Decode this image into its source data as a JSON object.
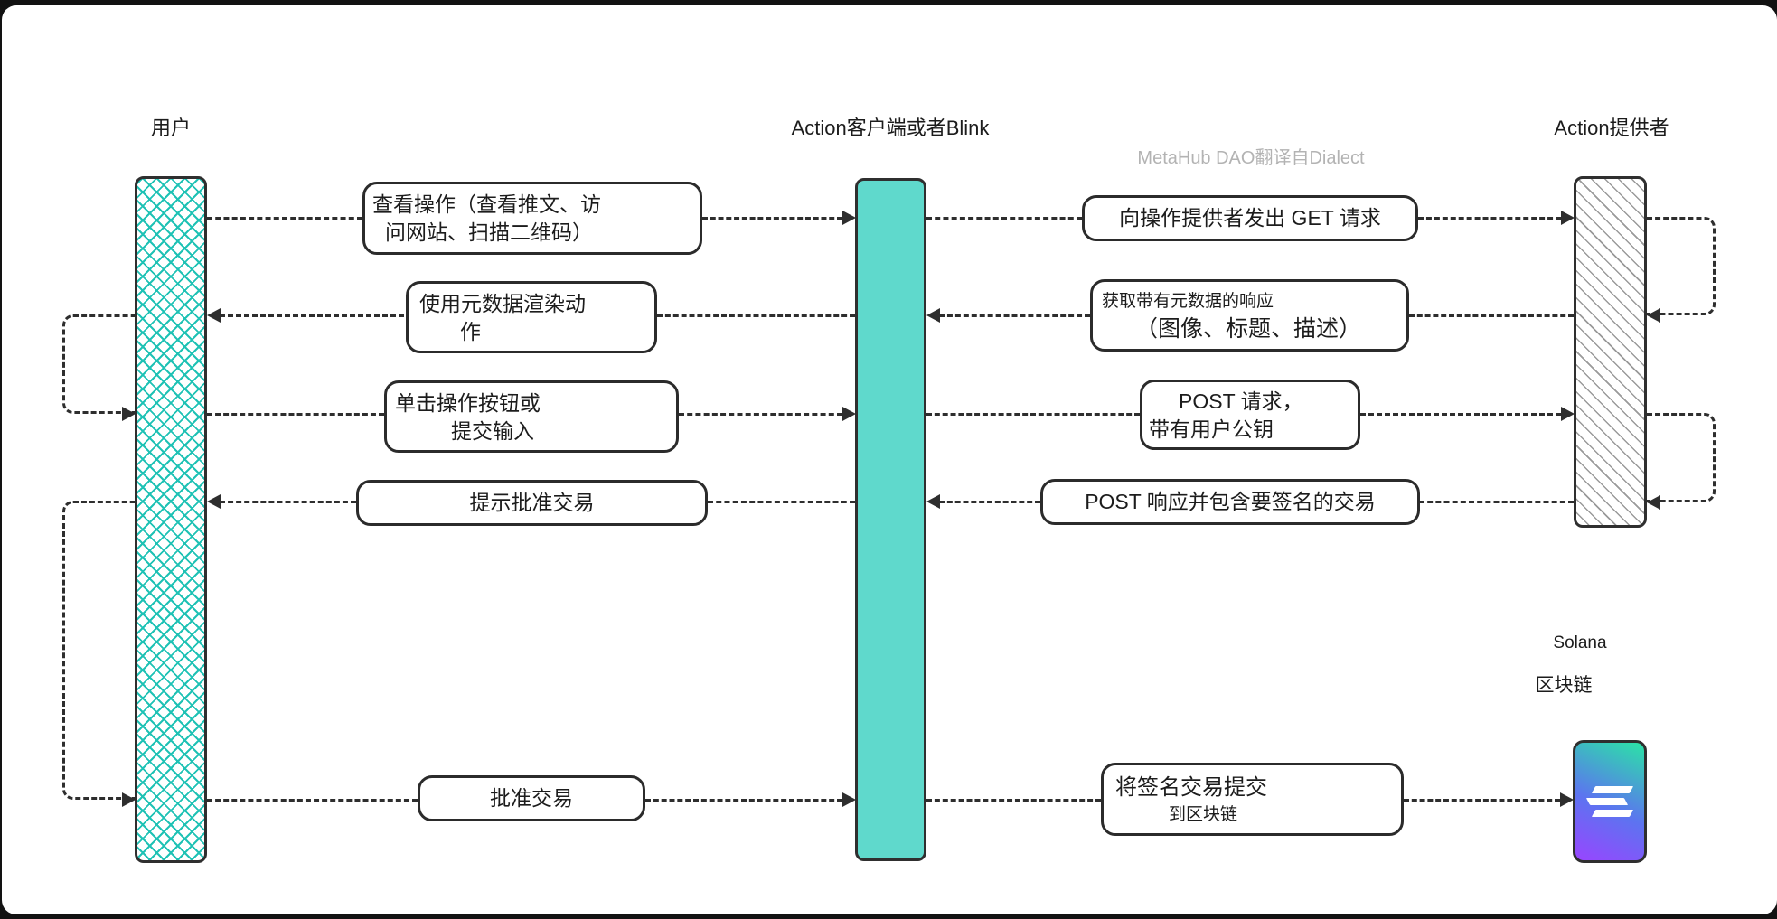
{
  "lifelines": {
    "user": {
      "label": "用户"
    },
    "client": {
      "label": "Action客户端或者Blink"
    },
    "provider": {
      "label": "Action提供者"
    },
    "solana": {
      "label_line1": "Solana",
      "label_line2": "区块链"
    }
  },
  "watermark": "MetaHub DAO翻译自Dialect",
  "messages": {
    "view_action": {
      "line1": "查看操作（查看推文、访",
      "line2": "问网站、扫描二维码）"
    },
    "render_metadata": {
      "line1": "使用元数据渲染动",
      "line2": "作"
    },
    "click_button": {
      "line1": "单击操作按钮或",
      "line2": "提交输入"
    },
    "prompt_approve": {
      "text": "提示批准交易"
    },
    "approve_tx": {
      "text": "批准交易"
    },
    "get_request": {
      "text": "向操作提供者发出 GET 请求"
    },
    "metadata_response": {
      "line1": "获取带有元数据的响应",
      "line2": "（图像、标题、描述）"
    },
    "post_request": {
      "line1": "POST 请求，",
      "line2": "带有用户公钥"
    },
    "post_response": {
      "text": "POST 响应并包含要签名的交易"
    },
    "submit_signed": {
      "line1": "将签名交易提交",
      "line2": "到区块链"
    }
  },
  "colors": {
    "actor_fill": "#5FD9CC",
    "crosshatch_line": "#1FC2B5",
    "provider_hatch": "#9A9A9A",
    "line_dark": "#2E2E2E",
    "watermark_gray": "#B3B3B3",
    "solana_gradient_top": "#2BE3A6",
    "solana_gradient_bottom": "#9945FF"
  }
}
